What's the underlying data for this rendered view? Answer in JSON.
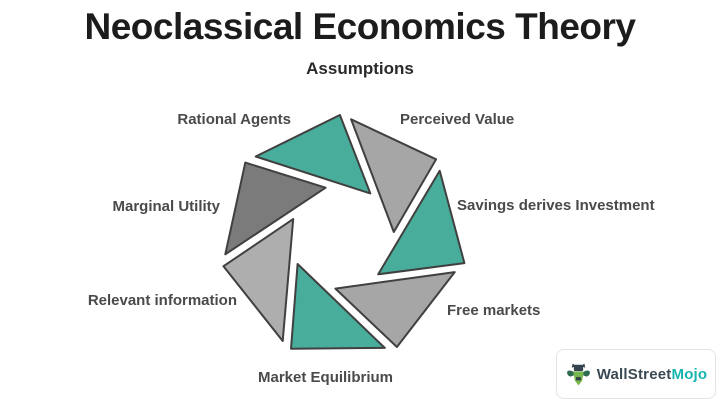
{
  "title": "Neoclassical Economics Theory",
  "subtitle": "Assumptions",
  "diagram": {
    "type": "pinwheel-cycle",
    "outline_color": "#404040",
    "segments": [
      {
        "label": "Rational Agents",
        "color": "#49ad9b",
        "position": "top"
      },
      {
        "label": "Perceived Value",
        "color": "#a6a6a6",
        "position": "top-right"
      },
      {
        "label": "Savings derives Investment",
        "color": "#49ad9b",
        "position": "right"
      },
      {
        "label": "Free markets",
        "color": "#a6a6a6",
        "position": "bottom-right"
      },
      {
        "label": "Market Equilibrium",
        "color": "#49ad9b",
        "position": "bottom"
      },
      {
        "label": "Relevant information",
        "color": "#aeaeae",
        "position": "bottom-left"
      },
      {
        "label": "Marginal Utility",
        "color": "#7b7b7b",
        "position": "left"
      }
    ]
  },
  "logo": {
    "icon": "bull-mascot-icon",
    "brand_part1": "WallStreet",
    "brand_part2": "Mojo",
    "part1_color": "#3a4a55",
    "part2_color": "#17b5b0"
  }
}
